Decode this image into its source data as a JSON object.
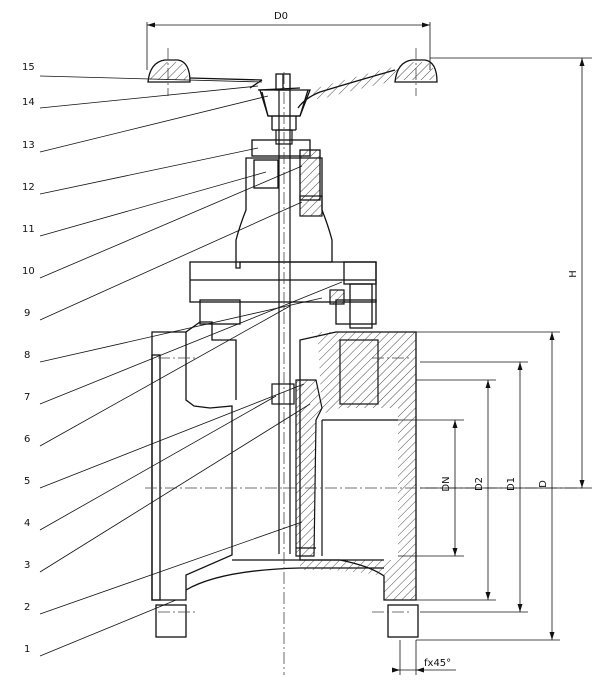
{
  "part_numbers": [
    "1",
    "2",
    "3",
    "4",
    "5",
    "6",
    "7",
    "8",
    "9",
    "10",
    "11",
    "12",
    "13",
    "14",
    "15"
  ],
  "dimensions": {
    "handwheel_diameter": "D0",
    "overall_height": "H",
    "nominal_diameter": "DN",
    "d2": "D2",
    "d1": "D1",
    "d": "D",
    "chamfer": "fx45°"
  }
}
